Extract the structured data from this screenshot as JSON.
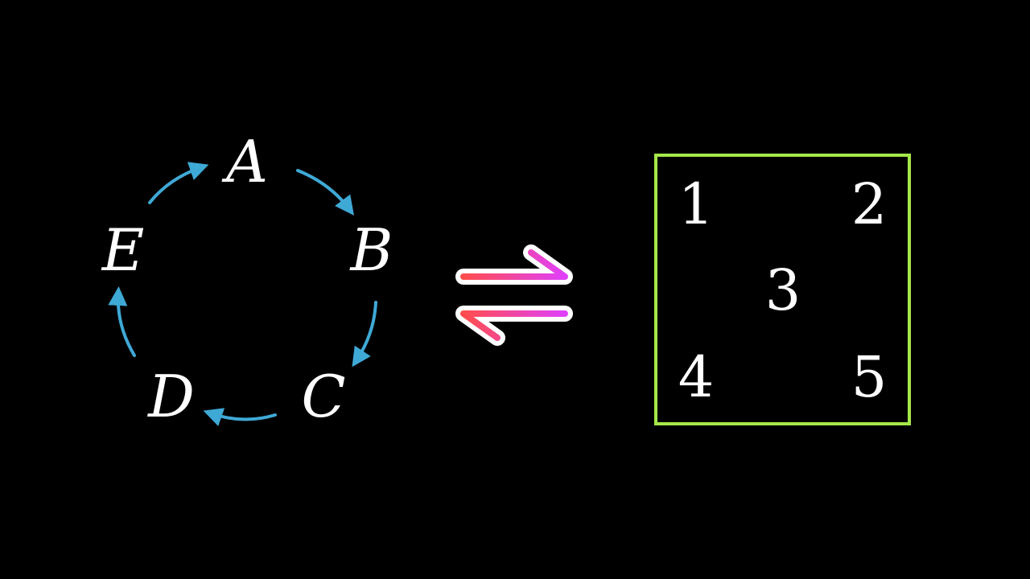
{
  "cycle": {
    "nodes": [
      "A",
      "B",
      "C",
      "D",
      "E"
    ],
    "direction": "clockwise",
    "arrow_color": "#3fa9d6"
  },
  "equilibrium_symbol": {
    "meaning": "reversible-correspondence",
    "gradient_start": "#ff4d4d",
    "gradient_end": "#e040fb",
    "outline_color": "#ffffff"
  },
  "grid": {
    "box_color": "#a4e84a",
    "cells": [
      "1",
      "2",
      "3",
      "4",
      "5"
    ]
  }
}
